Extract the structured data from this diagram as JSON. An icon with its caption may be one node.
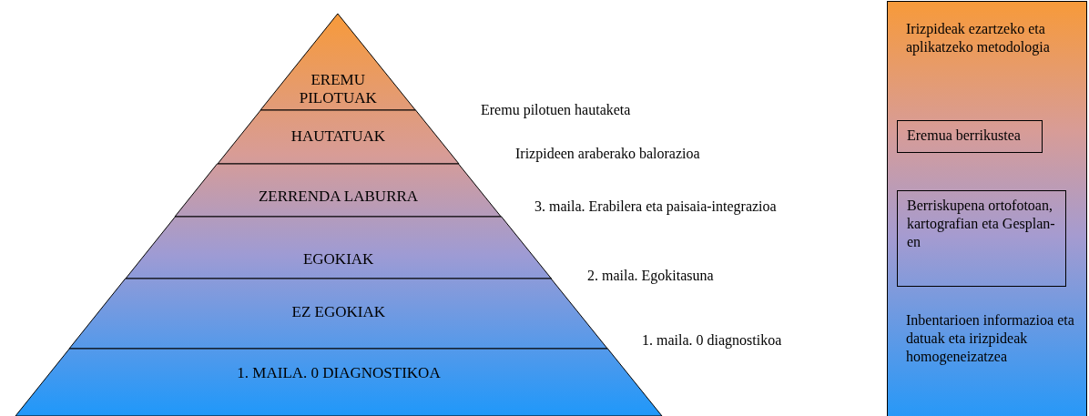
{
  "diagram": {
    "nodes": [
      {
        "text": [
          "EREMU PILOTUAK"
        ]
      },
      {
        "text": [
          "HAUTATUAK"
        ]
      },
      {
        "text": [
          "ZERRENDA LABURRA"
        ]
      },
      {
        "text": [
          "EGOKIAK"
        ]
      },
      {
        "text": [
          "EZ EGOKIAK"
        ]
      },
      {
        "text": [
          "1. MAILA. 0 DIAGNOSTIKOA"
        ]
      },
      {
        "text": [
          "Irizpideak ezartzeko eta aplikatzeko metodologia",
          "Inbentarioen informazioa eta datuak eta irizpideak homogeneizatzea"
        ]
      },
      {
        "text": [
          "Eremua berrikustea"
        ],
        "in": 6
      },
      {
        "text": [
          "Berriskupena ortofotoan, kartografian eta Gesplan-en"
        ],
        "in": 6
      }
    ],
    "labels": [
      "Eremu pilotuen hautaketa",
      "Irizpideen araberako balorazioa",
      "3. maila. Erabilera eta paisaia-integrazioa",
      "2. maila. Egokitasuna",
      "1. maila. 0 diagnostikoa"
    ]
  }
}
